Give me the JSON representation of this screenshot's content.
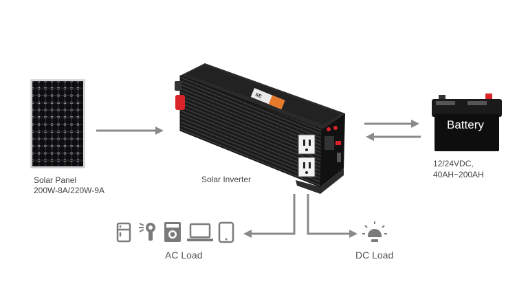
{
  "solar_panel": {
    "name": "Solar Panel",
    "spec": "200W-8A/220W-9A"
  },
  "inverter": {
    "name": "Solar Inverter",
    "logo_text": "SE"
  },
  "battery": {
    "name": "Battery",
    "spec_line1": "12/24VDC,",
    "spec_line2": "40AH~200AH"
  },
  "loads": {
    "ac": "AC Load",
    "dc": "DC Load"
  },
  "icons": {
    "ac_load": [
      "fridge-icon",
      "hair-dryer-icon",
      "washing-machine-icon",
      "laptop-icon",
      "tablet-icon"
    ],
    "dc_load": "light-bulb-icon"
  },
  "colors": {
    "arrow": "#8a8a8a",
    "inverter_body": "#1b1b1b",
    "inverter_accent_red": "#d9252a",
    "battery_body": "#111111",
    "battery_terminal_red": "#d9252a",
    "icon": "#7a7a7a"
  }
}
